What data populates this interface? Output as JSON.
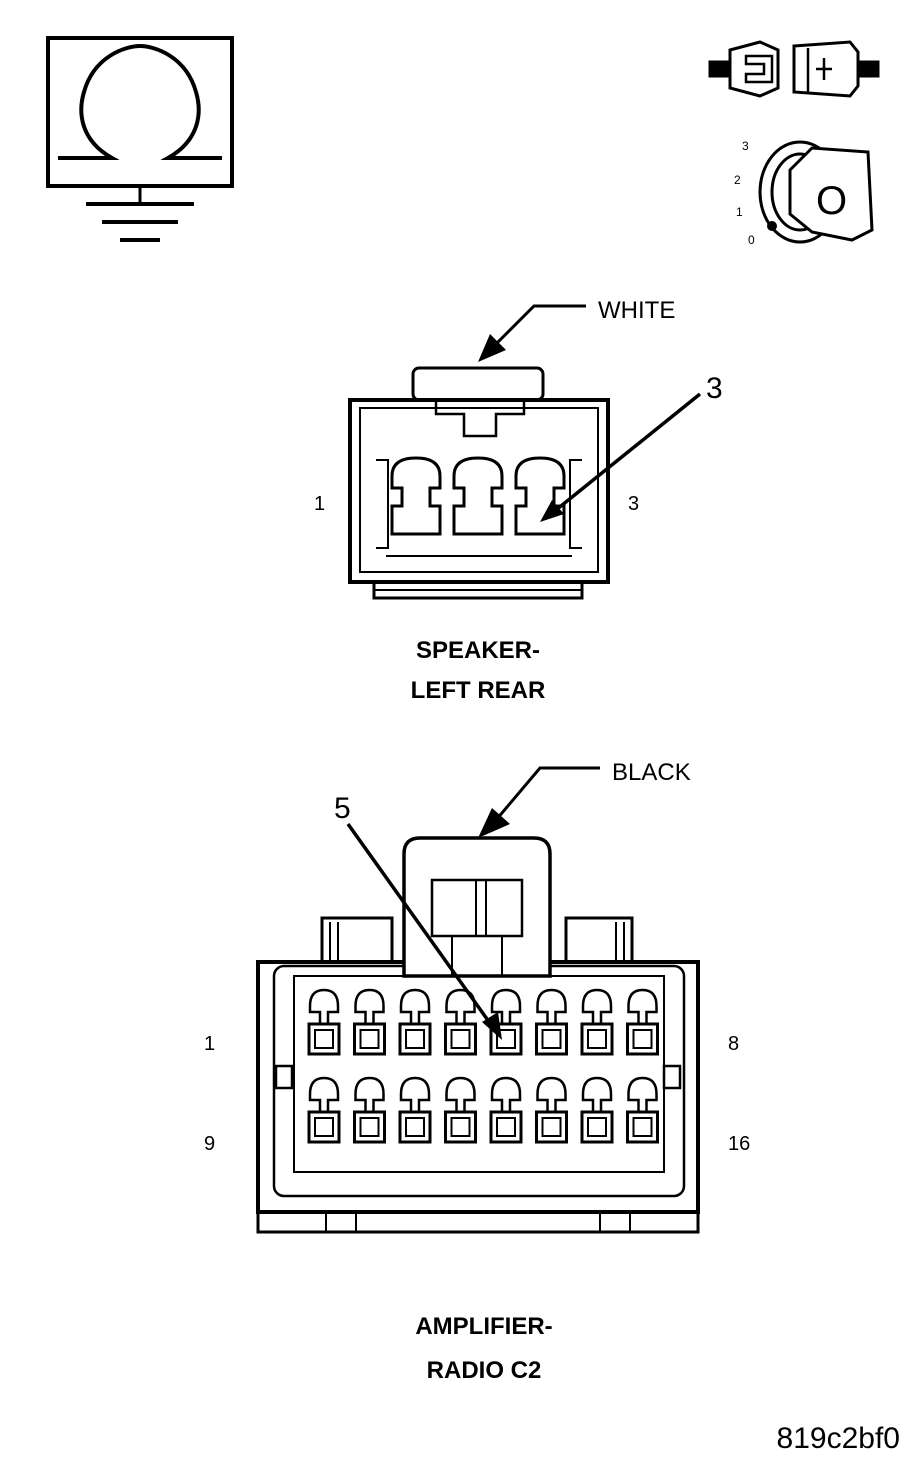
{
  "icons": {
    "ohmmeter": "ohmmeter-icon",
    "disconnect": "connector-disconnect-icon",
    "ignition": "ignition-key-icon",
    "ignition_positions": [
      "3",
      "2",
      "1",
      "0"
    ],
    "ignition_key_label": "O"
  },
  "speaker_connector": {
    "color_label": "WHITE",
    "callout_pin": "3",
    "pin_left": "1",
    "pin_right": "3",
    "title_line1": "SPEAKER-",
    "title_line2": "LEFT REAR"
  },
  "amplifier_connector": {
    "color_label": "BLACK",
    "callout_pin": "5",
    "row1_left": "1",
    "row1_right": "8",
    "row2_left": "9",
    "row2_right": "16",
    "title_line1": "AMPLIFIER-",
    "title_line2": "RADIO C2"
  },
  "figure_code": "819c2bf0"
}
